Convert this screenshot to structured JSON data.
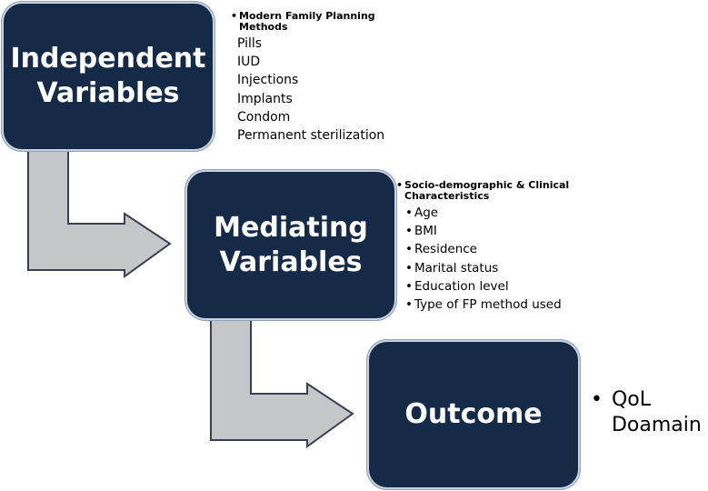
{
  "colors": {
    "box_fill": "#142a47",
    "box_border": "#c9d2de",
    "box_text": "#ffffff",
    "arrow_fill": "#c6c7cb",
    "arrow_stroke": "#3b3f52"
  },
  "independent": {
    "title_line1": "Independent",
    "title_line2": "Variables",
    "list_heading": "Modern Family Planning Methods",
    "items": [
      "Pills",
      "IUD",
      "Injections",
      "Implants",
      "Condom",
      "Permanent sterilization"
    ]
  },
  "mediating": {
    "title_line1": "Mediating",
    "title_line2": "Variables",
    "list_heading": "Socio-demographic & Clinical Characteristics",
    "items": [
      "Age",
      "BMI",
      "Residence",
      "Marital status",
      "Education level",
      "Type of FP method used"
    ]
  },
  "outcome": {
    "title": "Outcome",
    "items": [
      "QoL Doamain"
    ]
  },
  "bullet": "•"
}
